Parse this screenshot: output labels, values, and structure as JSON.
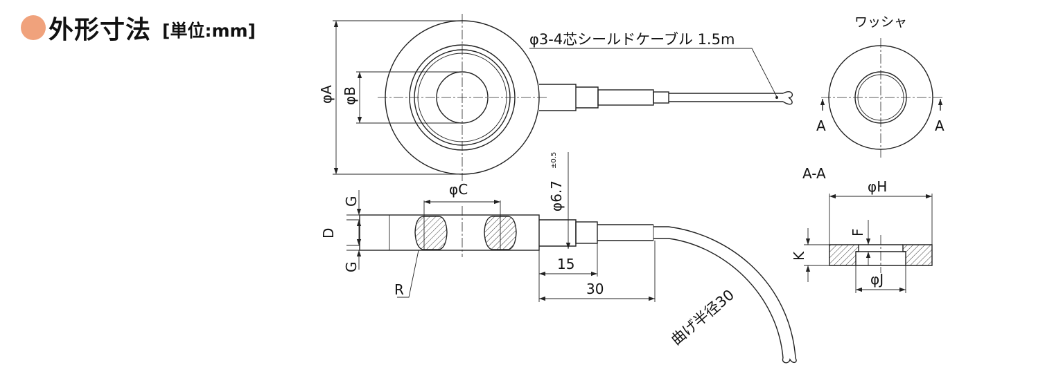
{
  "heading": {
    "title": "外形寸法",
    "unit": "[単位:mm]"
  },
  "labels": {
    "cable": "φ3-4芯シールドケーブル 1.5m",
    "washer": "ワッシャ",
    "dia_a": "φA",
    "dia_b": "φB",
    "dia_c": "φC",
    "dia_67": "φ6.7",
    "tol": "±0.5",
    "g_top": "G",
    "g_bottom": "G",
    "d": "D",
    "r": "R",
    "len_15": "15",
    "len_30": "30",
    "bend": "曲げ半径30",
    "sec_a_left": "A",
    "sec_a_right": "A",
    "section": "A-A",
    "dia_h": "φH",
    "dia_j": "φJ",
    "f": "F",
    "k": "K"
  },
  "colors": {
    "bullet": "#f0a27c",
    "line": "#222222"
  }
}
